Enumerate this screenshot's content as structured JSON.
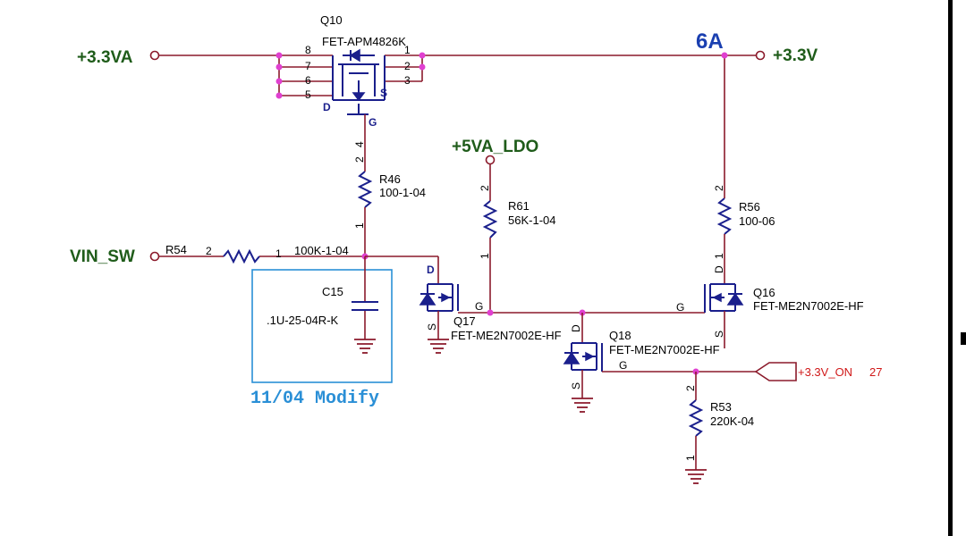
{
  "nets": {
    "v33va": "+3.3VA",
    "v33": "+3.3V",
    "v5va_ldo": "+5VA_LDO",
    "vin_sw": "VIN_SW",
    "v33_on": "+3.3V_ON",
    "v33_on_ref": "27"
  },
  "current_label": "6A",
  "q10": {
    "ref": "Q10",
    "part": "FET-APM4826K",
    "pins_left": [
      "8",
      "7",
      "6",
      "5"
    ],
    "pins_right": [
      "1",
      "2",
      "3"
    ],
    "pin_d": "D",
    "pin_s": "S",
    "pin_g": "G",
    "gate_pin": "4"
  },
  "r46": {
    "ref": "R46",
    "value": "100-1-04",
    "pin_top": "2",
    "pin_bottom": "1"
  },
  "r54": {
    "ref": "R54",
    "value": "100K-1-04",
    "pin_left": "2",
    "pin_right": "1"
  },
  "c15": {
    "ref": "C15",
    "value": ".1U-25-04R-K"
  },
  "r61": {
    "ref": "R61",
    "value": "56K-1-04",
    "pin_top": "2",
    "pin_bottom": "1"
  },
  "r56": {
    "ref": "R56",
    "value": "100-06",
    "pin_top": "2",
    "pin_bottom": "1"
  },
  "r53": {
    "ref": "R53",
    "value": "220K-04",
    "pin_top": "2",
    "pin_bottom": "1"
  },
  "q17": {
    "ref": "Q17",
    "part": "FET-ME2N7002E-HF",
    "d": "D",
    "g": "G",
    "s": "S"
  },
  "q16": {
    "ref": "Q16",
    "part": "FET-ME2N7002E-HF",
    "d": "D",
    "g": "G",
    "s": "S"
  },
  "q18": {
    "ref": "Q18",
    "part": "FET-ME2N7002E-HF",
    "d": "D",
    "g": "G",
    "s": "S"
  },
  "modify_note": "11/04 Modify",
  "colors": {
    "wire": "#8b1a2b",
    "symbol": "#1a1f8c",
    "junction": "#e040d0",
    "net_label": "#1f5c1a",
    "note": "#2a8fd6"
  }
}
